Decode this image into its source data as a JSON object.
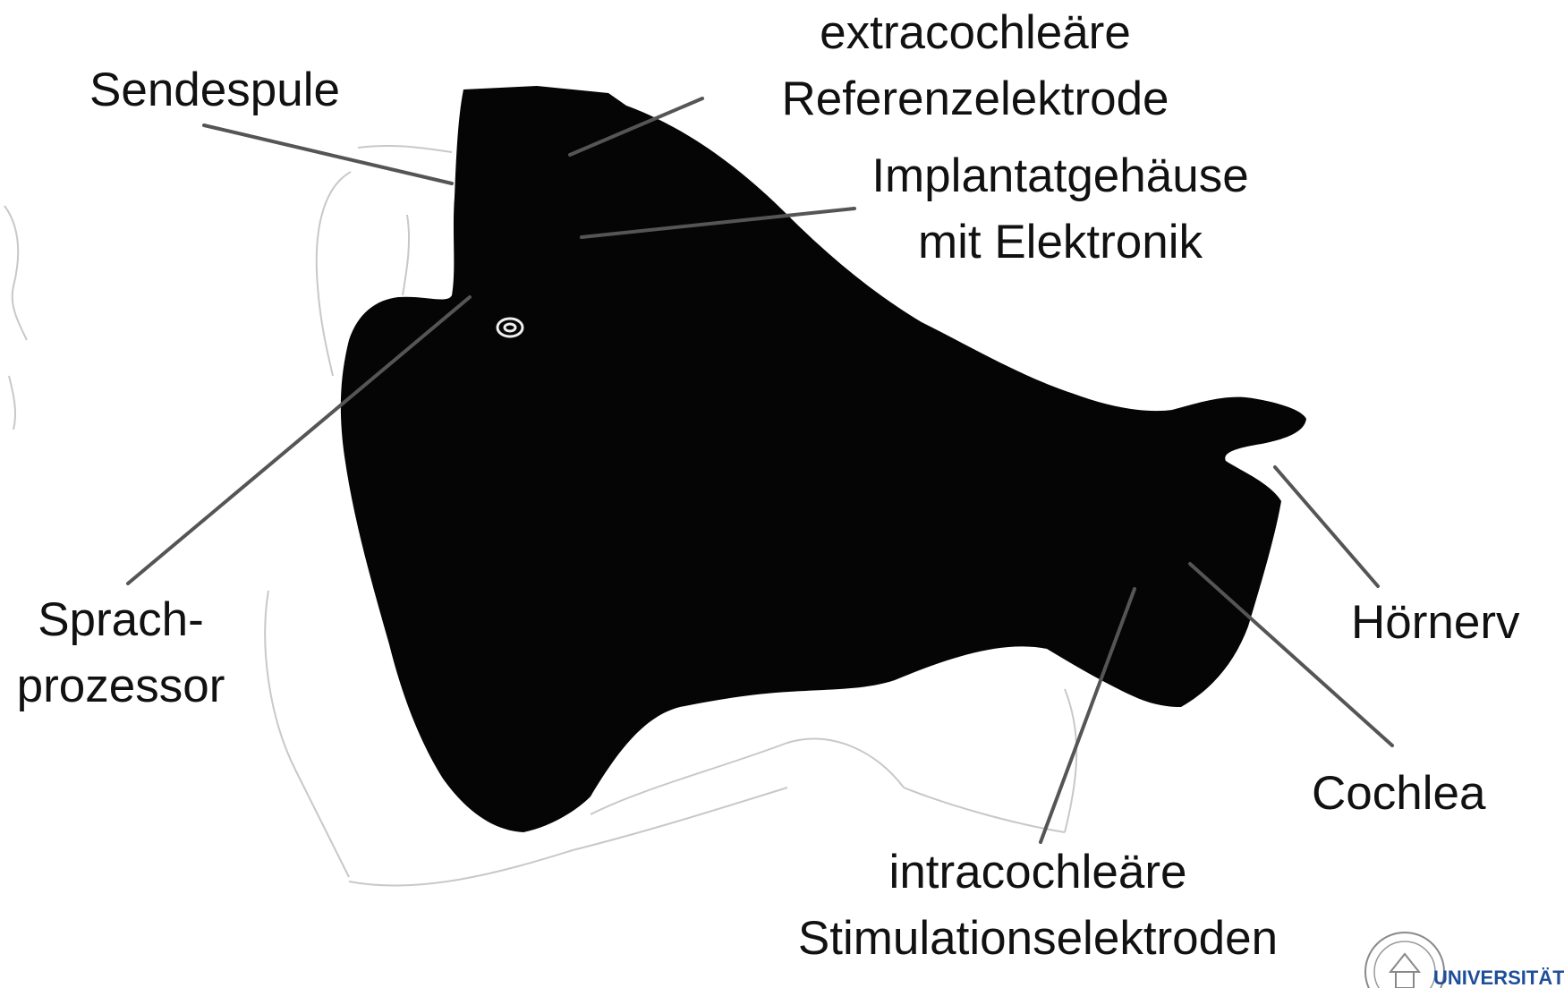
{
  "labels": {
    "sendespule": "Sendespule",
    "extra_line1": "extracochleäre",
    "extra_line2": "Referenzelektrode",
    "implantat_line1": "Implantatgehäuse",
    "implantat_line2": "mit Elektronik",
    "sprach_line1": "Sprach-",
    "sprach_line2": "prozessor",
    "hoernerv": "Hörnerv",
    "cochlea": "Cochlea",
    "intra_line1": "intracochleäre",
    "intra_line2": "Stimulationselektroden"
  },
  "logo": {
    "wordmark": "UNIVERSITÄTS"
  },
  "colors": {
    "silhouette": "#050505",
    "leader_line": "#555555",
    "outline": "#c8c8c8",
    "logo_blue": "#1f4e9a"
  }
}
